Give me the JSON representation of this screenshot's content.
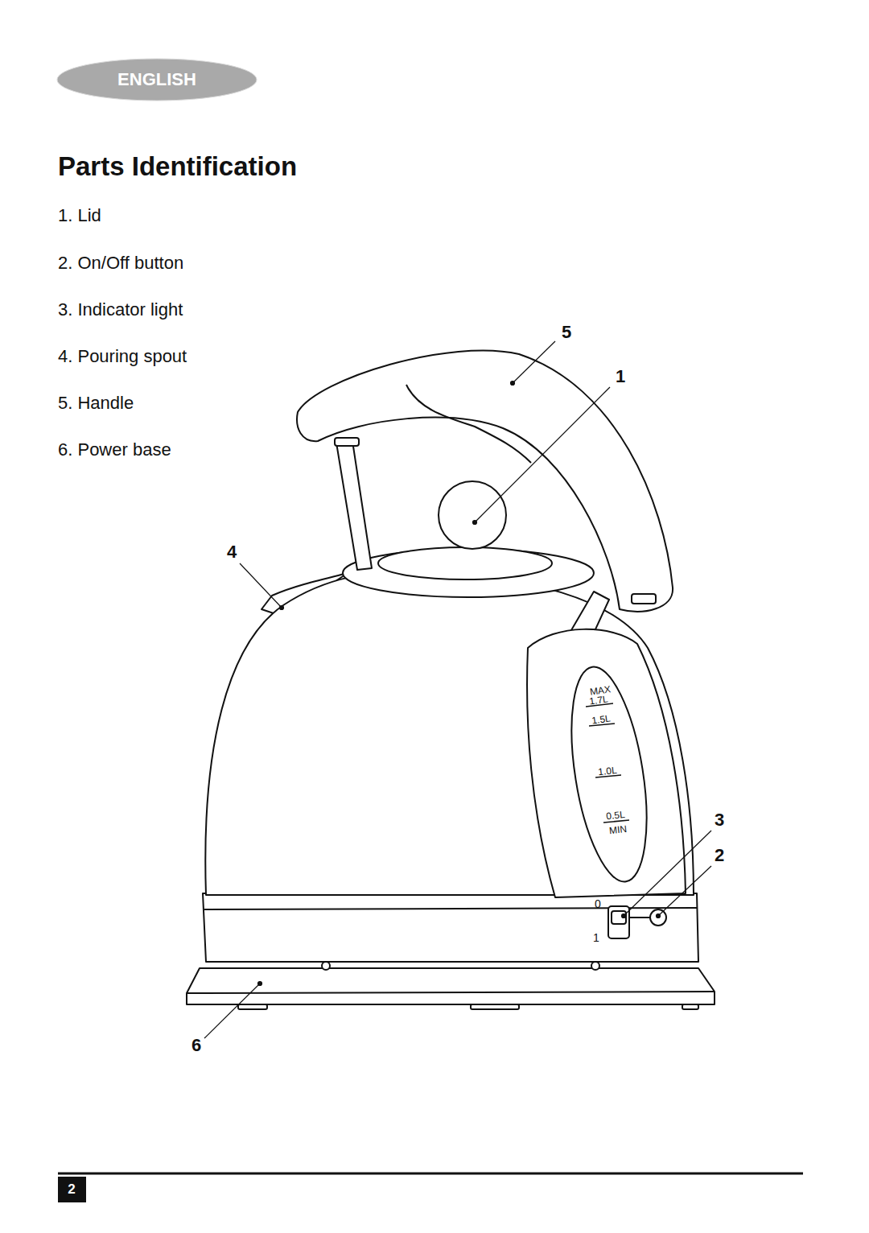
{
  "diagram": {
    "title": "Parts Identification",
    "nodes": [
      {
        "text": [
          "ENGLISH"
        ]
      },
      {
        "text": [
          "2"
        ]
      }
    ],
    "edges": [],
    "labels": [
      "1. Lid",
      "2. On/Off button",
      "3. Indicator light",
      "4. Pouring spout",
      "5. Handle",
      "6. Power base",
      "5",
      "1",
      "4",
      "3",
      "2",
      "6",
      "MAX",
      "1.7L",
      "1.5L",
      "1.0L",
      "0.5L",
      "MIN",
      "0",
      "1"
    ]
  }
}
